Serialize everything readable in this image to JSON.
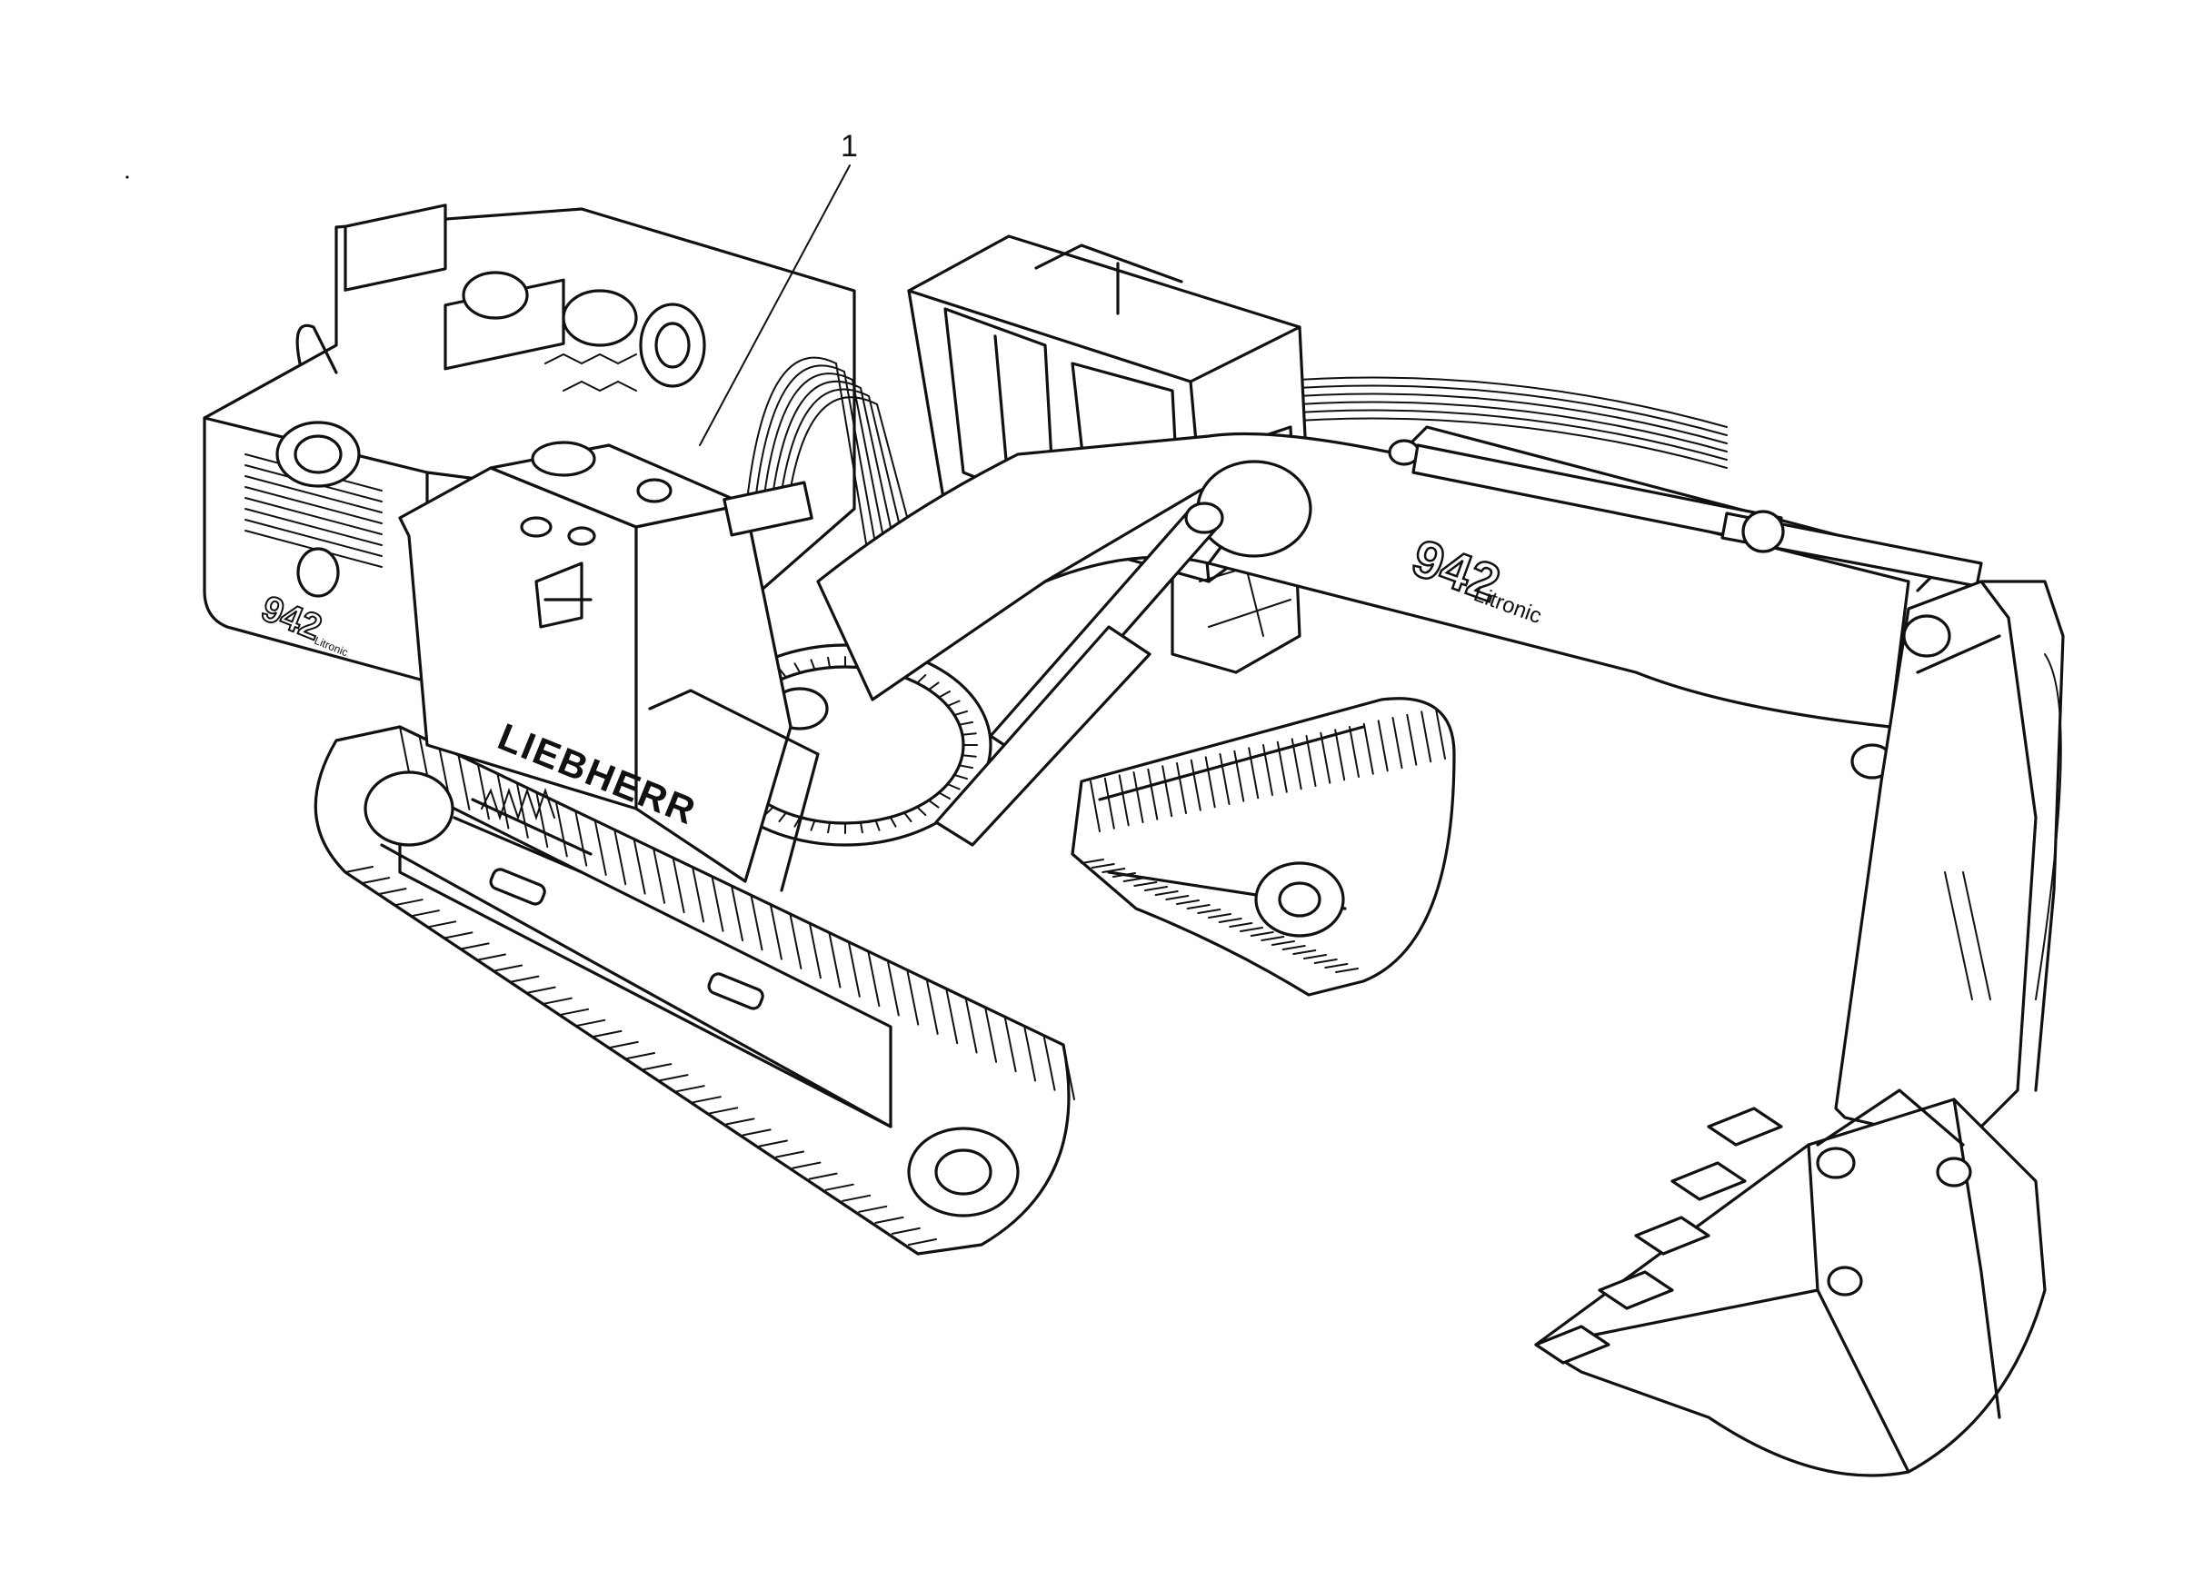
{
  "callouts": [
    {
      "label": "1"
    }
  ],
  "markings": {
    "brand": "LIEBHERR",
    "model_boom": "942",
    "series_boom": "Litronic",
    "model_side": "942",
    "series_side": "Litronic"
  },
  "colors": {
    "ink": "#111111",
    "paper": "#ffffff"
  }
}
